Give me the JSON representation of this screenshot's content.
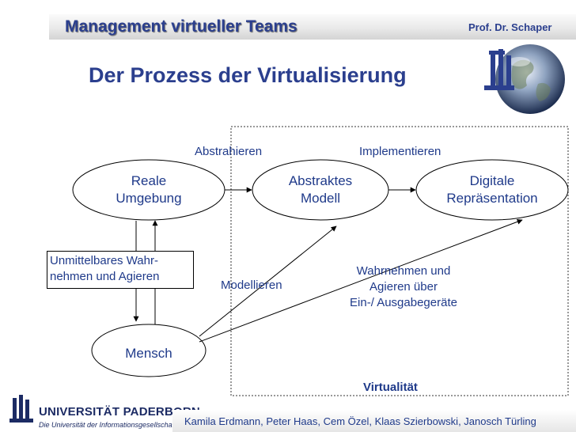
{
  "header": {
    "course_title": "Management virtueller Teams",
    "author": "Prof. Dr. Schaper"
  },
  "slide": {
    "title": "Der Prozess der Virtualisierung"
  },
  "diagram": {
    "nodes": {
      "real_environment": [
        "Reale",
        "Umgebung"
      ],
      "abstract_model": [
        "Abstraktes",
        "Modell"
      ],
      "digital_representation": [
        "Digitale",
        "Repräsentation"
      ],
      "human": "Mensch"
    },
    "edge_labels": {
      "abstract": "Abstrahieren",
      "implement": "Implementieren",
      "model": "Modellieren",
      "perceive_act": [
        "Wahrnehmen und",
        "Agieren über",
        "Ein-/ Ausgabegeräte"
      ]
    },
    "direct_interaction_box": [
      "Unmittelbares Wahr-",
      "nehmen und Agieren"
    ],
    "virtuality_label": "Virtualität"
  },
  "footer": {
    "university_name": "UNIVERSITÄT PADERBORN",
    "university_tagline": "Die Universität der Informationsgesellschaft",
    "authors": "Kamila Erdmann, Peter Haas, Cem Özel, Klaas Szierbowski, Janosch Türling"
  },
  "colors": {
    "title_blue": "#2b3f8e",
    "text_blue": "#1f3a8a",
    "university_blue": "#1c2b64"
  }
}
